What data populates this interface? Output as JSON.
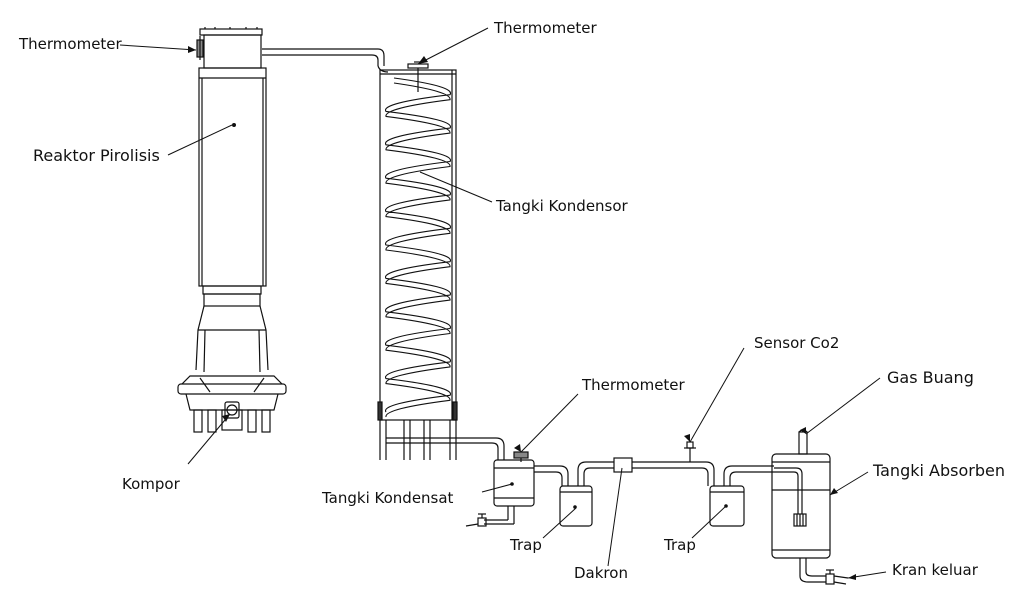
{
  "labels": {
    "thermometer_reactor": "Thermometer",
    "reaktor": "Reaktor Pirolisis",
    "kompor": "Kompor",
    "thermometer_condenser": "Thermometer",
    "tangki_kondensor": "Tangki Kondensor",
    "thermometer_kondensat": "Thermometer",
    "tangki_kondensat": "Tangki Kondensat",
    "trap_1": "Trap",
    "dakron": "Dakron",
    "sensor_co2": "Sensor Co2",
    "trap_2": "Trap",
    "gas_buang": "Gas Buang",
    "tangki_absorben": "Tangki Absorben",
    "kran_keluar": "Kran keluar"
  },
  "colors": {
    "line": "#111111",
    "background": "#ffffff"
  }
}
